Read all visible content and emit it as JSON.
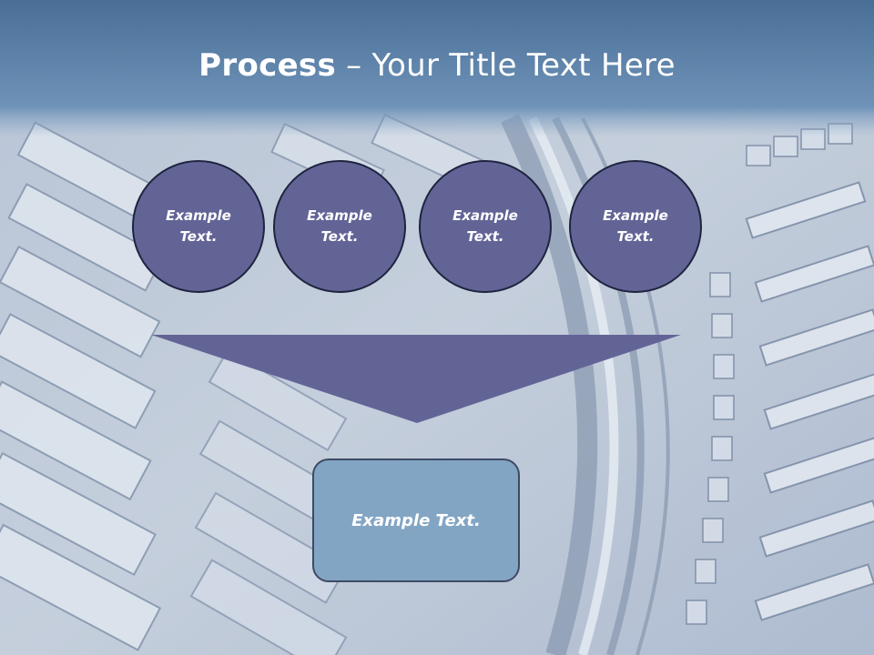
{
  "slide": {
    "title_bold": "Process",
    "title_rest": " – Your Title Text Here",
    "steps": [
      {
        "label": "Example Text."
      },
      {
        "label": "Example Text."
      },
      {
        "label": "Example Text."
      },
      {
        "label": "Example Text."
      }
    ],
    "result_label": "Example Text."
  },
  "colors": {
    "header_top": "#4a6f96",
    "header_bottom": "#8aa8c6",
    "circle_fill": "#636496",
    "funnel_fill": "#636496",
    "box_fill": "#83a5c4"
  }
}
